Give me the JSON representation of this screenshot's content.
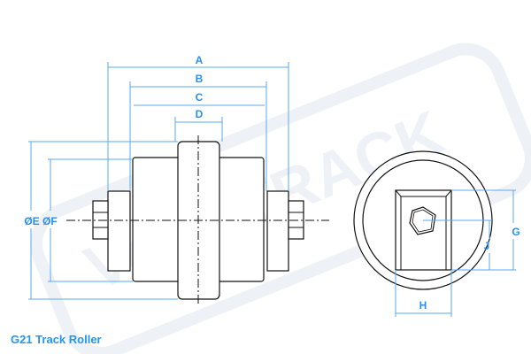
{
  "title": "G21 Track Roller",
  "watermark": "VemaTRACK®",
  "dimensions": {
    "a": "A",
    "b": "B",
    "c": "C",
    "d": "D",
    "e_f": "ØE ØF",
    "g": "G",
    "h": "H",
    "j": "J"
  },
  "colors": {
    "dimension": "#5aaaf0",
    "label": "#2a8ff0",
    "title": "#2196f3"
  }
}
